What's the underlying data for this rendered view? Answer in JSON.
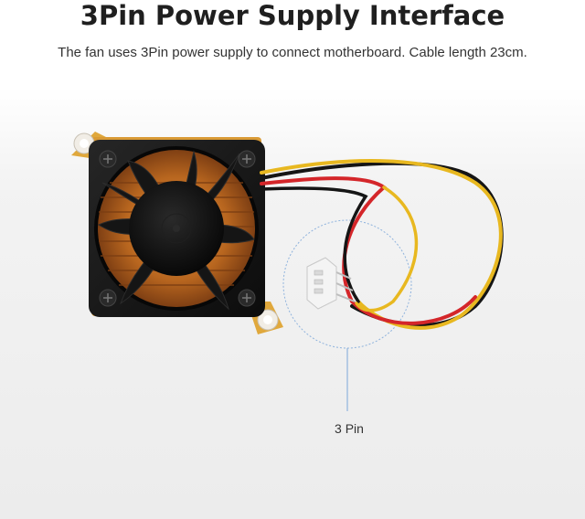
{
  "heading": {
    "title": "3Pin Power Supply Interface",
    "description": "The fan uses 3Pin power supply to connect motherboard. Cable length 23cm."
  },
  "callout": {
    "label": "3 Pin"
  },
  "colors": {
    "fan_frame": "#141414",
    "heatsink_copper": "#c8782a",
    "bracket_gold": "#e0a83c",
    "wire_red": "#d4262a",
    "wire_yellow": "#e8b820",
    "wire_black": "#151515",
    "callout_line": "#8fb3dd"
  },
  "icons": {
    "product": "cooling-fan-with-3pin-cable",
    "connector": "3pin-connector"
  }
}
